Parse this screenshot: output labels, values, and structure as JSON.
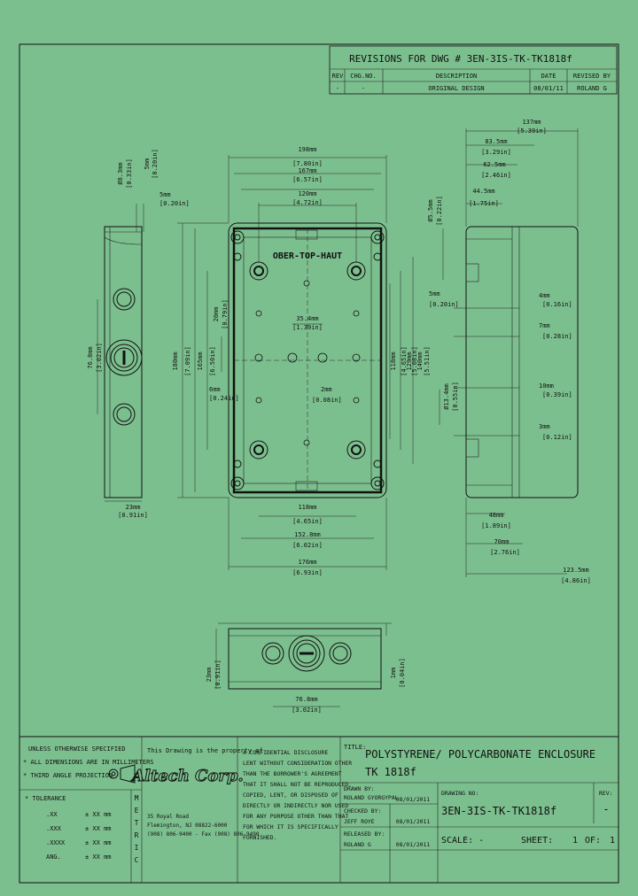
{
  "revisions": {
    "title": "REVISIONS FOR DWG # 3EN-3IS-TK-TK1818f",
    "headers": {
      "rev": "REV",
      "chg": "CHG.NO.",
      "desc": "DESCRIPTION",
      "date": "DATE",
      "by": "REVISED BY"
    },
    "row": {
      "rev": "-",
      "chg": "-",
      "desc": "ORIGINAL DESIGN",
      "date": "08/01/11",
      "by": "ROLAND G"
    }
  },
  "top_view": {
    "lid_text": "OBER-TOP-HAUT",
    "dims": {
      "w198": "198mm",
      "w198in": "[7.80in]",
      "w167": "167mm",
      "w167in": "[6.57in]",
      "w120": "120mm",
      "w120in": "[4.72in]",
      "w118": "118mm",
      "w118in": "[4.65in]",
      "w152": "152.8mm",
      "w152in": "[6.02in]",
      "w176": "176mm",
      "w176in": "[6.93in]",
      "h180": "180mm",
      "h180in": "[7.09in]",
      "h165": "165mm",
      "h165in": "[6.50in]",
      "h20": "20mm",
      "h20in": "[0.79in]",
      "h6": "6mm",
      "h6in": "[0.24in]",
      "c35": "35.4mm",
      "c35in": "[1.39in]",
      "c2": "2mm",
      "c2in": "[0.08in]",
      "r118": "118mm",
      "r118in": "[4.65in]",
      "r129": "129mm",
      "r129in": "[5.08in]",
      "r140": "140mm",
      "r140in": "[5.51in]"
    }
  },
  "left_view": {
    "dims": {
      "d8": "Ø8.3mm",
      "d8in": "[0.33in]",
      "d5": "5mm",
      "d5in": "[0.20in]",
      "s5": "5mm",
      "s5in": "[0.20in]",
      "h76": "76.8mm",
      "h76in": "[3.02in]",
      "w23": "23mm",
      "w23in": "[0.91in]"
    }
  },
  "right_view": {
    "dims": {
      "w137": "137mm",
      "w137in": "[5.39in]",
      "w83": "83.5mm",
      "w83in": "[3.29in]",
      "w62": "62.5mm",
      "w62in": "[2.46in]",
      "w44": "44.5mm",
      "w44in": "[1.75in]",
      "d5": "Ø5.5mm",
      "d5in": "[0.22in]",
      "s5": "5mm",
      "s5in": "[0.20in]",
      "s4": "4mm",
      "s4in": "[0.16in]",
      "s7": "7mm",
      "s7in": "[0.28in]",
      "d14": "Ø13.4mm",
      "d14in": "[0.55in]",
      "s10": "10mm",
      "s10in": "[0.39in]",
      "s3": "3mm",
      "s3in": "[0.12in]",
      "b48": "48mm",
      "b48in": "[1.89in]",
      "b70": "70mm",
      "b70in": "[2.76in]",
      "b123": "123.5mm",
      "b123in": "[4.86in]"
    }
  },
  "bottom_view": {
    "dims": {
      "h23": "23mm",
      "h23in": "[0.91in]",
      "h1": "1mm",
      "h1in": "[0.04in]",
      "w76": "76.8mm",
      "w76in": "[3.02in]"
    }
  },
  "title_block": {
    "unless": "UNLESS OTHERWISE SPECIFIED",
    "notes": [
      "* ALL DIMENSIONS ARE IN MILLIMETERS",
      "* THIRD ANGLE PROJECTION"
    ],
    "tolerance_label": "* TOLERANCE",
    "tolerances": [
      {
        "k": ".XX",
        "v": "± XX mm"
      },
      {
        "k": ".XXX",
        "v": "± XX mm"
      },
      {
        "k": ".XXXX",
        "v": "± XX mm"
      },
      {
        "k": "ANG.",
        "v": "± XX mm"
      }
    ],
    "metric": "METRIC",
    "property": "This Drawing is the property of",
    "company": "Altech Corp.",
    "address": [
      "35 Royal Road",
      "Flemington, NJ 08822-6000",
      "(908) 806-9400 - Fax (908) 806-9490"
    ],
    "confidential": [
      "A CONFIDENTIAL DISCLOSURE",
      "LENT WITHOUT CONSIDERATION OTHER",
      "THAN THE BORROWER'S AGREEMENT",
      "THAT IT SHALL NOT BE REPRODUCED,",
      "COPIED, LENT, OR DISPOSED OF",
      "DIRECTLY OR INDIRECTLY NOR USED",
      "FOR ANY PURPOSE OTHER THAN THAT",
      "FOR WHICH IT IS SPECIFICALLY",
      "FURNISHED."
    ],
    "title_label": "TITLE:",
    "title_line1": "POLYSTYRENE/ POLYCARBONATE ENCLOSURE",
    "title_line2": "TK 1818f",
    "drawn_label": "DRAWN BY:",
    "drawn_by": "ROLAND GYORGYPAL",
    "drawn_date": "08/01/2011",
    "checked_label": "CHECKED BY:",
    "checked_by": "JEFF ROYE",
    "checked_date": "08/01/2011",
    "released_label": "RELEASED BY:",
    "released_by": "ROLAND G",
    "released_date": "08/01/2011",
    "drawing_no_label": "DRAWING NO:",
    "drawing_no": "3EN-3IS-TK-TK1818f",
    "rev_label": "REV:",
    "rev": "-",
    "scale_label": "SCALE: -",
    "sheet_label": "SHEET:",
    "sheet_no": "1",
    "of_label": "OF:",
    "of_no": "1"
  }
}
